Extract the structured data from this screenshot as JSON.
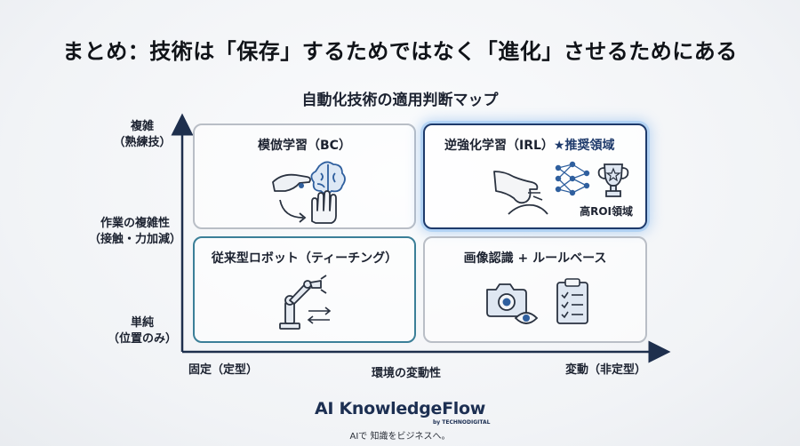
{
  "title": "まとめ：技術は「保存」するためではなく「進化」させるためにある",
  "map_title": "自動化技術の適用判断マップ",
  "y_axis": {
    "top": [
      "複雑",
      "（熟練技）"
    ],
    "middle": [
      "作業の複雑性",
      "（接触・力加減）"
    ],
    "bottom": [
      "単純",
      "（位置のみ）"
    ]
  },
  "x_axis": {
    "left": "固定（定型）",
    "middle": "環境の変動性",
    "right": "変動（非定型）"
  },
  "quadrants": {
    "top_left": {
      "title": "模倣学習（BC）"
    },
    "top_right": {
      "title": "逆強化学習（IRL）",
      "badge": "★推奨領域",
      "roi": "高ROI領域"
    },
    "bottom_left": {
      "title": "従来型ロボット（ティーチング）"
    },
    "bottom_right": {
      "title": "画像認識 + ルールベース"
    }
  },
  "brand": {
    "name": "AI KnowledgeFlow",
    "by": "by TECHNODIGITAL",
    "tagline": "AIで 知識をビジネスへ。"
  },
  "colors": {
    "highlight_border": "#1e3a6b",
    "teal_border": "#3b7f98",
    "axis": "#1e2f4d",
    "icon_blue": "#2f5f9e"
  }
}
